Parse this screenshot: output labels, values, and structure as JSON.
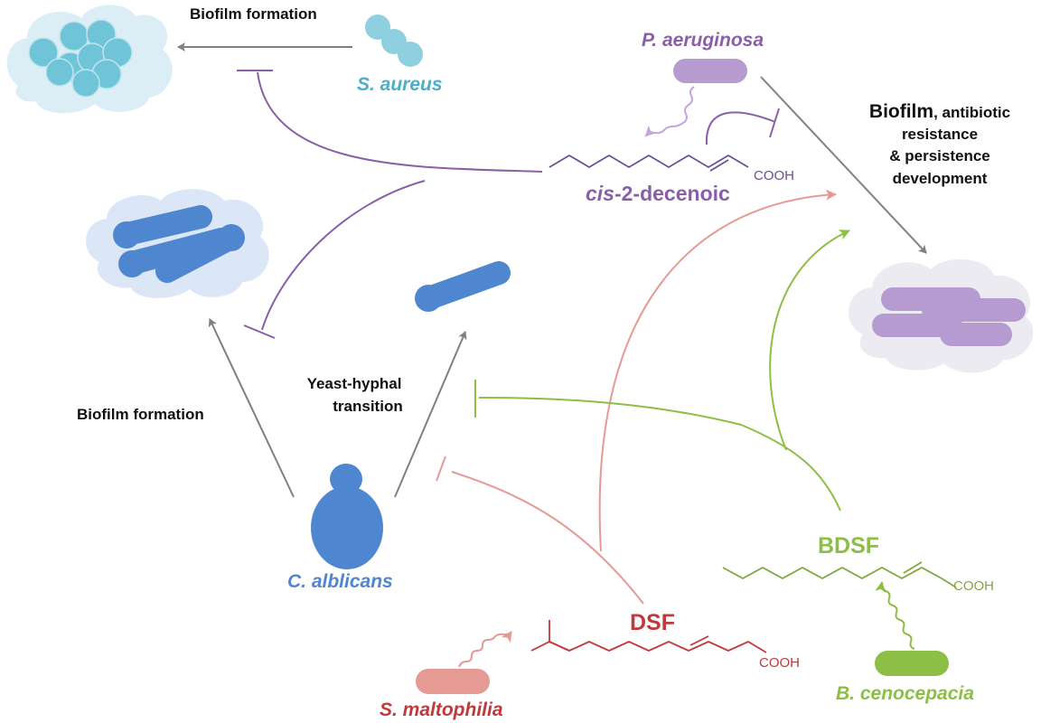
{
  "labels": {
    "biofilm_formation_top": "Biofilm formation",
    "biofilm_formation_left": "Biofilm formation",
    "yeast_hyphal_line1": "Yeast-hyphal",
    "yeast_hyphal_line2": "transition",
    "biofilm_word": "Biofilm",
    "biofilm_rest": ", antibiotic",
    "resistance": "resistance",
    "persistence": "& persistence",
    "development": "development"
  },
  "organisms": {
    "s_aureus": "S. aureus",
    "p_aeruginosa": "P. aeruginosa",
    "c_albicans": "C. alblicans",
    "s_maltophilia": "S. maltophilia",
    "b_cenocepacia": "B. cenocepacia"
  },
  "molecules": {
    "cis_prefix": "cis",
    "cis_suffix": "-2-decenoic",
    "dsf": "DSF",
    "bdsf": "BDSF",
    "cooh": "COOH"
  },
  "colors": {
    "s_aureus": "#4bafc8",
    "purple": "#8a5fa8",
    "blue": "#4f86d0",
    "red": "#c0393b",
    "salmon": "#e59a94",
    "green": "#8dbe45",
    "gray": "#808080"
  }
}
